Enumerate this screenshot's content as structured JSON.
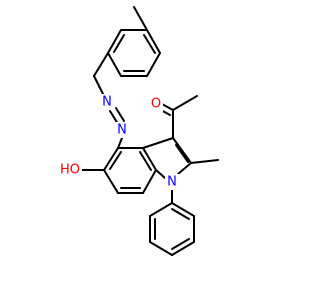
{
  "molecule": {
    "atom_labels": {
      "azo_n_upper": "N",
      "azo_n_lower": "N",
      "carbonyl_o": "O",
      "hydroxyl": "HO",
      "ring_n": "N"
    },
    "colors": {
      "bond": "#000000",
      "nitrogen": "#0000ff",
      "oxygen": "#ff0000"
    }
  }
}
